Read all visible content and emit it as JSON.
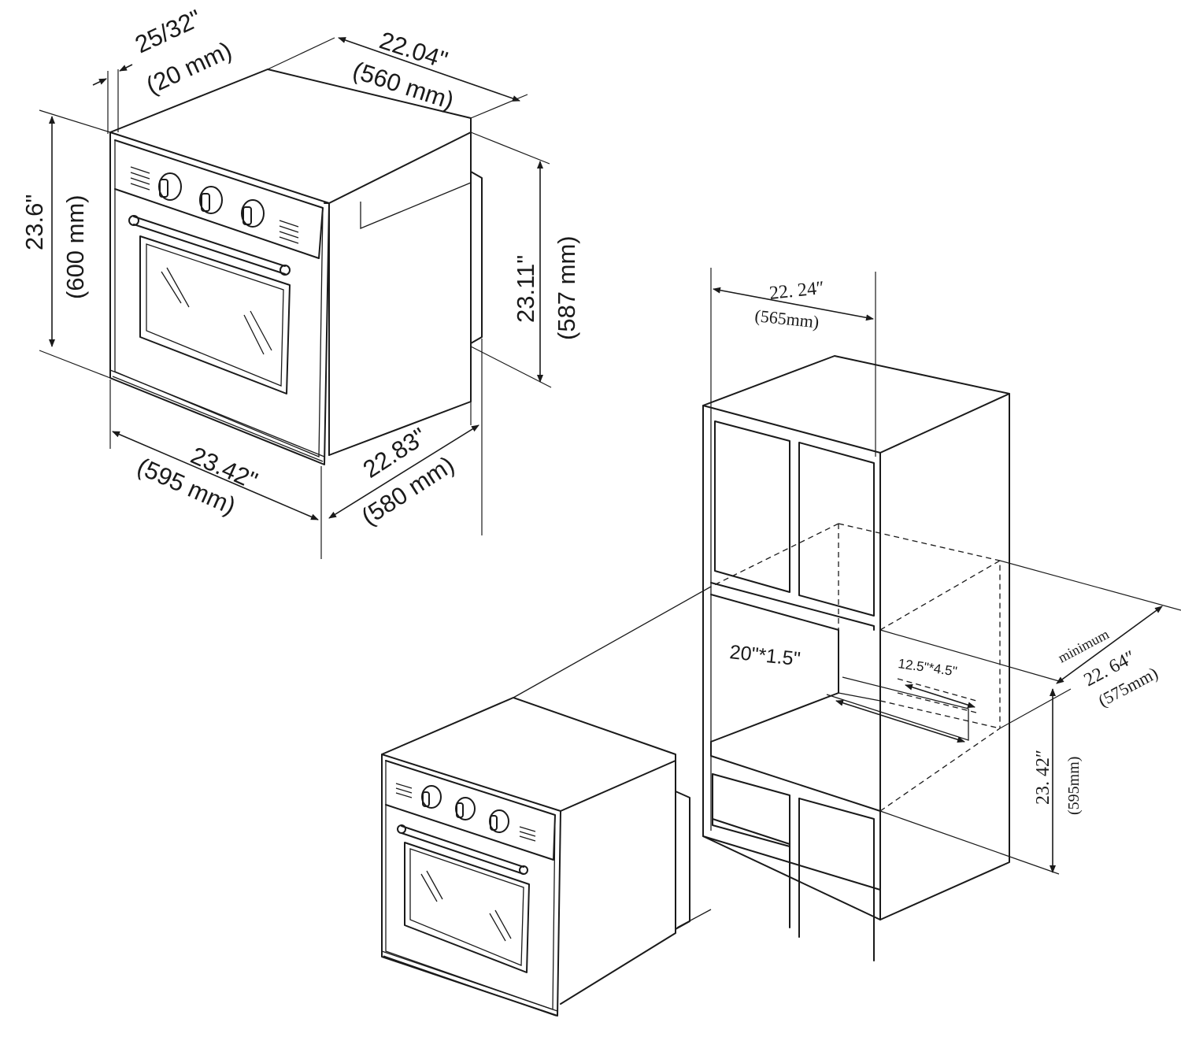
{
  "dimensions": {
    "panel_thickness_in": "25/32\"",
    "panel_thickness_mm": "(20 mm)",
    "oven_depth_top_in": "22.04\"",
    "oven_depth_top_mm": "(560 mm)",
    "oven_height_in": "23.6\"",
    "oven_height_mm": "(600 mm)",
    "body_height_in": "23.11\"",
    "body_height_mm": "(587 mm)",
    "oven_width_in": "23.42\"",
    "oven_width_mm": "(595 mm)",
    "oven_depth_in": "22.83\"",
    "oven_depth_mm": "(580 mm)",
    "cutout_width_in": "22. 24″",
    "cutout_width_mm": "(565mm)",
    "vent_opening": "20\"*1.5\"",
    "inner_vent": "12.5\"*4.5\"",
    "cutout_depth_note": "minimum",
    "cutout_depth_in": "22. 64″",
    "cutout_depth_mm": "(575mm)",
    "cutout_height_in": "23. 42″",
    "cutout_height_mm": "(595mm)"
  }
}
